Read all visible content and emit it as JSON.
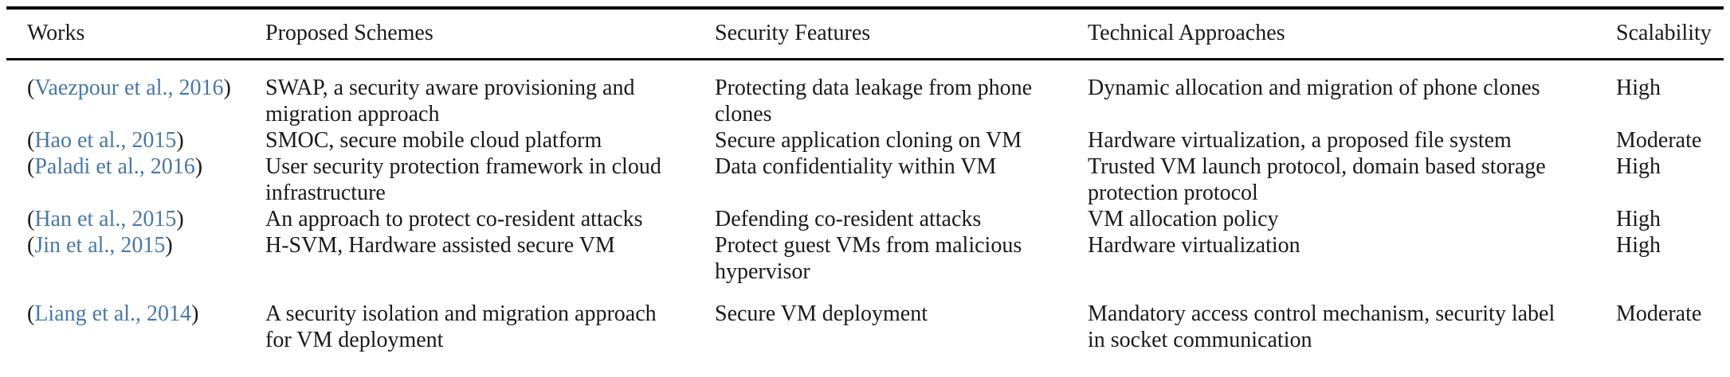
{
  "colors": {
    "background": "#ffffff",
    "text": "#1a1a1a",
    "citation_link": "#4878a8",
    "rule": "#000000"
  },
  "punctuation": {
    "open_paren": "(",
    "close_paren": ")"
  },
  "table": {
    "headers": {
      "works": "Works",
      "schemes": "Proposed Schemes",
      "security": "Security Features",
      "approaches": "Technical Approaches",
      "scalability": "Scalability"
    },
    "rows": [
      {
        "citation": "Vaezpour et al., 2016",
        "scheme": "SWAP, a security aware provisioning and migration approach",
        "security": "Protecting data leakage from phone clones",
        "approach": "Dynamic allocation and migration of phone clones",
        "scalability": "High"
      },
      {
        "citation": "Hao et al., 2015",
        "scheme": "SMOC, secure mobile cloud platform",
        "security": "Secure application cloning on VM",
        "approach": "Hardware virtualization, a proposed file system",
        "scalability": "Moderate"
      },
      {
        "citation": "Paladi et al., 2016",
        "scheme": "User security protection framework in cloud infrastructure",
        "security": "Data confidentiality within VM",
        "approach": "Trusted VM launch protocol, domain based storage protection protocol",
        "scalability": "High"
      },
      {
        "citation": "Han et al., 2015",
        "scheme": "An approach to protect co-resident attacks",
        "security": "Defending co-resident attacks",
        "approach": "VM allocation policy",
        "scalability": "High"
      },
      {
        "citation": "Jin et al., 2015",
        "scheme": "H-SVM, Hardware assisted secure VM",
        "security": "Protect guest VMs from malicious hypervisor",
        "approach": "Hardware virtualization",
        "scalability": "High"
      },
      {
        "citation": "Liang et al., 2014",
        "scheme": "A security isolation and migration approach for VM deployment",
        "security": "Secure VM deployment",
        "approach": "Mandatory access control mechanism, security label in socket communication",
        "scalability": "Moderate"
      }
    ]
  }
}
